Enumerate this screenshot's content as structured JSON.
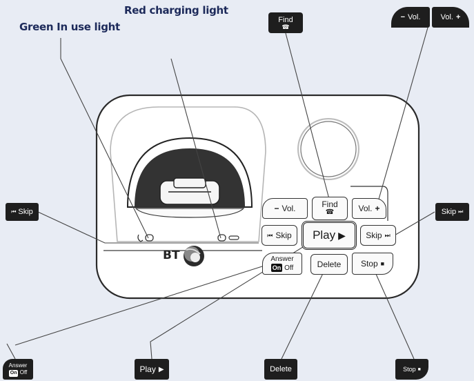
{
  "labels": {
    "green_light": "Green In use light",
    "red_light": "Red charging light"
  },
  "callouts": {
    "find": "Find",
    "vol_minus": "Vol.",
    "vol_plus": "Vol.",
    "skip_back": "Skip",
    "skip_fwd": "Skip",
    "answer_top": "Answer",
    "answer_on": "On",
    "answer_off": "Off",
    "play": "Play",
    "delete": "Delete",
    "stop": "Stop"
  },
  "device": {
    "vol_minus": "Vol.",
    "find": "Find",
    "vol_plus": "Vol.",
    "skip_back": "Skip",
    "play": "Play",
    "skip_fwd": "Skip",
    "answer_top": "Answer",
    "answer_on": "On",
    "answer_off": "Off",
    "delete": "Delete",
    "stop": "Stop",
    "logo": "BT"
  },
  "colors": {
    "title": "#1d2a5a",
    "callout_bg": "#1e1e1e",
    "body_stroke": "#2a2a2a",
    "cradle_stroke": "#b5b5b5"
  }
}
